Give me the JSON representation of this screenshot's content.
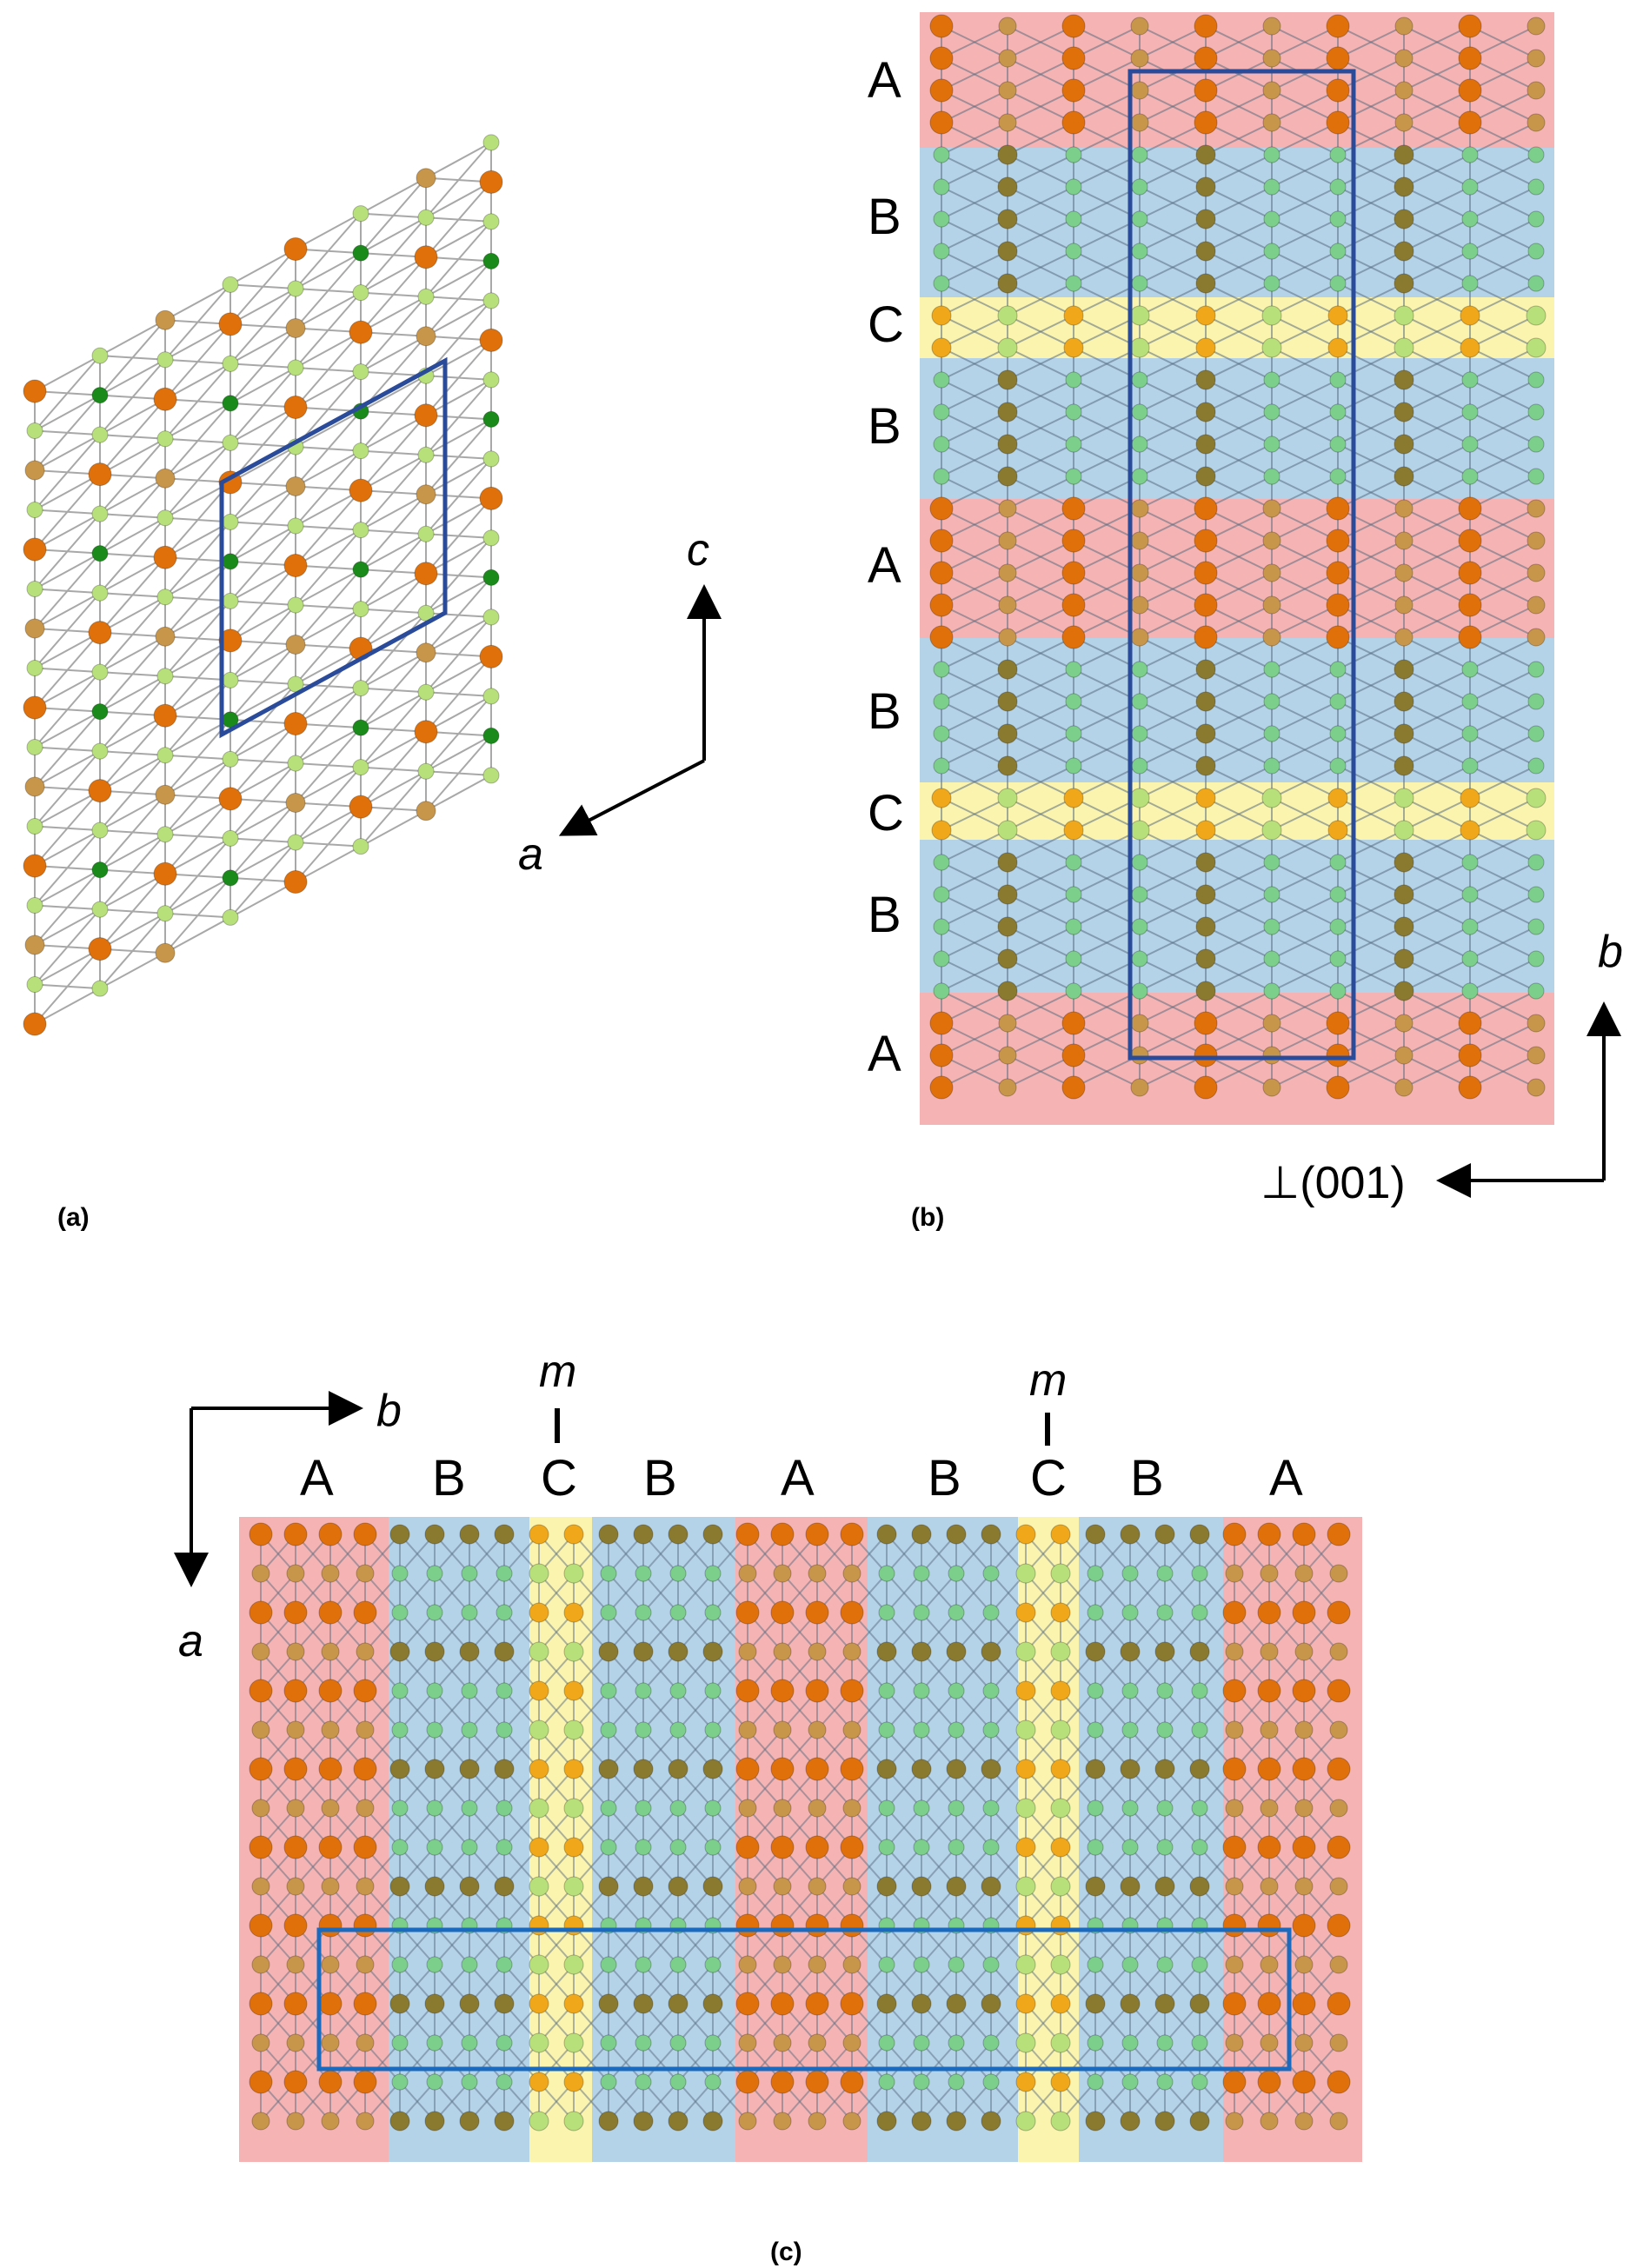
{
  "panels": {
    "a": {
      "label": "(a)",
      "axes": {
        "vertical": "c",
        "horizontal": "a"
      }
    },
    "b": {
      "label": "(b)",
      "layers": [
        "A",
        "B",
        "C",
        "B",
        "A",
        "B",
        "C",
        "B",
        "A"
      ],
      "axes": {
        "vertical": "b",
        "horizontal": "⊥(001)"
      }
    },
    "c": {
      "label": "(c)",
      "layers": [
        "A",
        "B",
        "C",
        "B",
        "A",
        "B",
        "C",
        "B",
        "A"
      ],
      "mirror_label": "m",
      "axes": {
        "horizontal": "b",
        "vertical": "a"
      }
    }
  },
  "colors": {
    "layer_A": "#f6b3b3",
    "layer_B": "#b4d2e8",
    "layer_C": "#fbf4ae",
    "atom_orange": "#e0700a",
    "atom_tan": "#c8964a",
    "atom_olive": "#8a7a30",
    "atom_light_green": "#b8e07a",
    "atom_green": "#7ccf8a",
    "atom_dark_green": "#1a8a1a",
    "bond": "#a8a8a8",
    "unit_cell_a_b": "#2a4a9a",
    "unit_cell_c": "#1a6bc0"
  }
}
